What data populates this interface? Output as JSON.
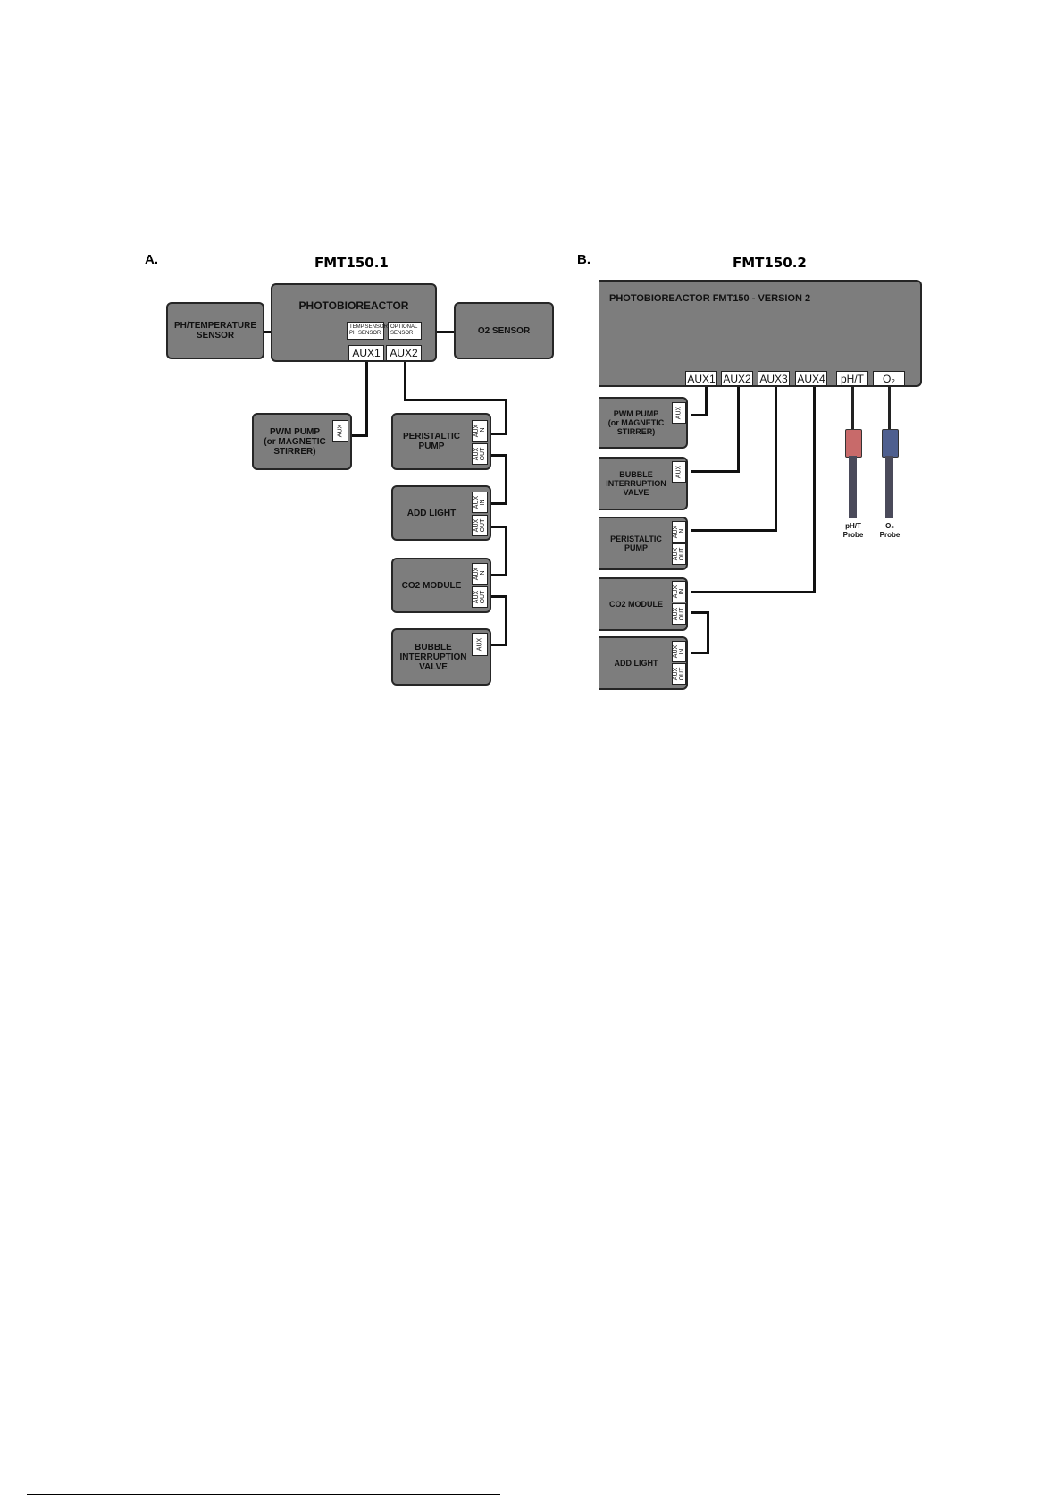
{
  "panel_a": {
    "letter": "A.",
    "title": "FMT150.1",
    "reactor": {
      "label": "PHOTOBIOREACTOR",
      "sensor_ports": [
        "TEMP.SENSOR\nPH SENSOR",
        "OPTIONAL\nSENSOR"
      ],
      "aux_ports": [
        "AUX1",
        "AUX2"
      ]
    },
    "ph_temp_sensor": "PH/TEMPERATURE\nSENSOR",
    "o2_sensor": "O2 SENSOR",
    "pwm_pump": {
      "label": "PWM PUMP\n(or MAGNETIC\nSTIRRER)",
      "port": "AUX"
    },
    "peristaltic_pump": {
      "label": "PERISTALTIC\nPUMP",
      "ports": [
        "AUX\nIN",
        "AUX\nOUT"
      ]
    },
    "add_light": {
      "label": "ADD LIGHT",
      "ports": [
        "AUX\nIN",
        "AUX\nOUT"
      ]
    },
    "co2_module": {
      "label": "CO2 MODULE",
      "ports": [
        "AUX\nIN",
        "AUX\nOUT"
      ]
    },
    "bubble_valve": {
      "label": "BUBBLE\nINTERRUPTION\nVALVE",
      "port": "AUX"
    }
  },
  "panel_b": {
    "letter": "B.",
    "title": "FMT150.2",
    "reactor": {
      "label": "PHOTOBIOREACTOR FMT150 - VERSION 2",
      "ports": [
        "AUX1",
        "AUX2",
        "AUX3",
        "AUX4",
        "pH/T",
        "O₂"
      ]
    },
    "pwm_pump": {
      "label": "PWM PUMP\n(or MAGNETIC\nSTIRRER)",
      "port": "AUX"
    },
    "bubble_valve": {
      "label": "BUBBLE\nINTERRUPTION\nVALVE",
      "port": "AUX"
    },
    "peristaltic_pump": {
      "label": "PERISTALTIC\nPUMP",
      "ports": [
        "AUX\nIN",
        "AUX\nOUT"
      ]
    },
    "co2_module": {
      "label": "CO2 MODULE",
      "ports": [
        "AUX\nIN",
        "AUX\nOUT"
      ]
    },
    "add_light": {
      "label": "ADD LIGHT",
      "ports": [
        "AUX\nIN",
        "AUX\nOUT"
      ]
    },
    "ph_probe": {
      "label": "pH/T\nProbe",
      "color": "#c86a6a"
    },
    "o2_probe": {
      "label": "O₂\nProbe",
      "color": "#4e5f8f"
    }
  }
}
